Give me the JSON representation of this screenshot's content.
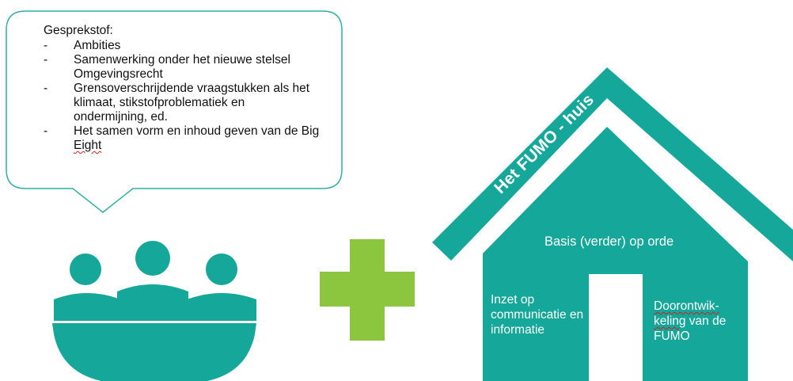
{
  "bubble": {
    "title": "Gesprekstof:",
    "items": [
      {
        "text": "Ambities"
      },
      {
        "text": "Samenwerking onder het nieuwe stelsel Omgevingsrecht"
      },
      {
        "text": "Grensoverschrijdende vraagstukken als het klimaat, stikstofproblematiek en ondermijning, ed."
      },
      {
        "text_pre": "Het samen vorm en inhoud geven van de Big ",
        "text_flagged": "Eight"
      }
    ],
    "dash": "-"
  },
  "house": {
    "roof_label": "Het FUMO - huis",
    "top_text": "Basis (verder) op orde",
    "left_text": "Inzet op communicatie en informatie",
    "right_text_flagged_1": "Doorontwik-",
    "right_text_flagged_2": "keling",
    "right_text_rest": " van de FUMO"
  },
  "colors": {
    "teal": "#14a79a",
    "green_plus": "#8cc63f",
    "bubble_border": "#2fb1a6",
    "spellcheck_underline": "#d02020"
  },
  "icons": {
    "people": "meeting-people-icon",
    "plus": "plus-icon",
    "house": "house-icon"
  }
}
